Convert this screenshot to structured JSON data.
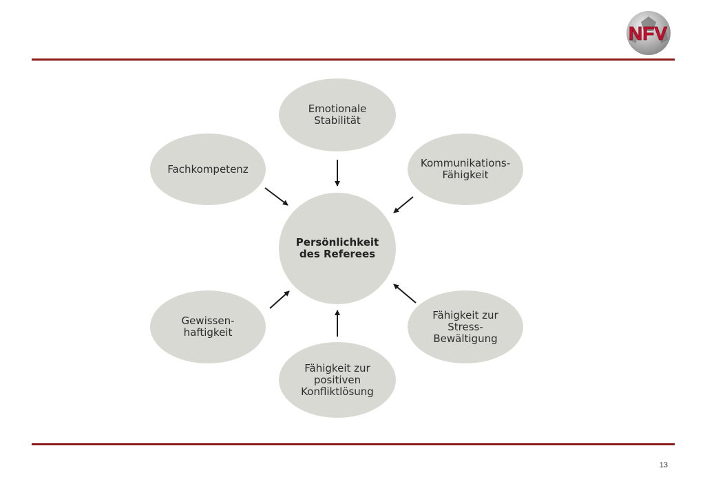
{
  "logo": {
    "text": "NFV",
    "colors": {
      "letters": "#c8102e",
      "ball": "#b8b8b8"
    }
  },
  "colors": {
    "rule": "#8b1a1a",
    "node_fill": "#d9d9d3",
    "arrow": "#1a1a1a"
  },
  "diagram": {
    "center": "Persönlichkeit\ndes Referees",
    "nodes": {
      "top": "Emotionale\nStabilität",
      "top_left": "Fachkompetenz",
      "top_right": "Kommunikations-\nFähigkeit",
      "bottom_left": "Gewissen-\nhaftigkeit",
      "bottom": "Fähigkeit zur\npositiven\nKonfliktlösung",
      "bottom_right": "Fähigkeit zur\nStress-\nBewältigung"
    }
  },
  "footer": {
    "page_number": "13"
  }
}
